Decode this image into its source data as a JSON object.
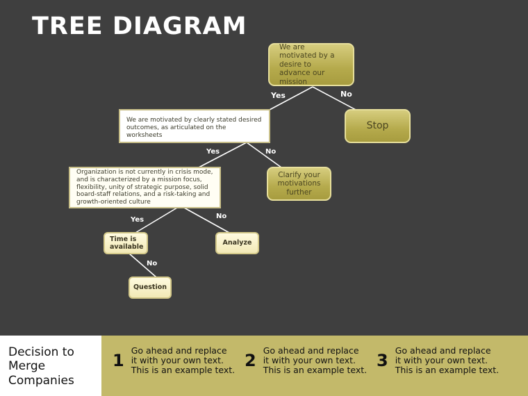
{
  "title": "TREE  DIAGRAM",
  "nodes": {
    "root": "We are motivated by a desire to advance our mission",
    "outcomes": "We are motivated by clearly stated desired outcomes, as articulated on the worksheets",
    "stop": "Stop",
    "organization": "Organization is not currently in crisis mode, and is characterized by a mission focus, flexibility, unity of strategic purpose, solid board-staff relations, and a risk-taking and growth-oriented culture",
    "clarify": "Clarify your motivations further",
    "time": "Time is available",
    "analyze": "Analyze",
    "question": "Question"
  },
  "edges": {
    "yes": "Yes",
    "no": "No"
  },
  "footer": {
    "heading": "Decision to Merge Companies",
    "steps": [
      {
        "num": "1",
        "text": "Go ahead and replace it with your own text. This is an example text."
      },
      {
        "num": "2",
        "text": "Go ahead and replace it with your own text. This is an example text."
      },
      {
        "num": "3",
        "text": "Go ahead and replace it with your own text. This is an example text."
      }
    ]
  },
  "colors": {
    "background": "#3f3f3f",
    "gold": "#c3b96a"
  }
}
